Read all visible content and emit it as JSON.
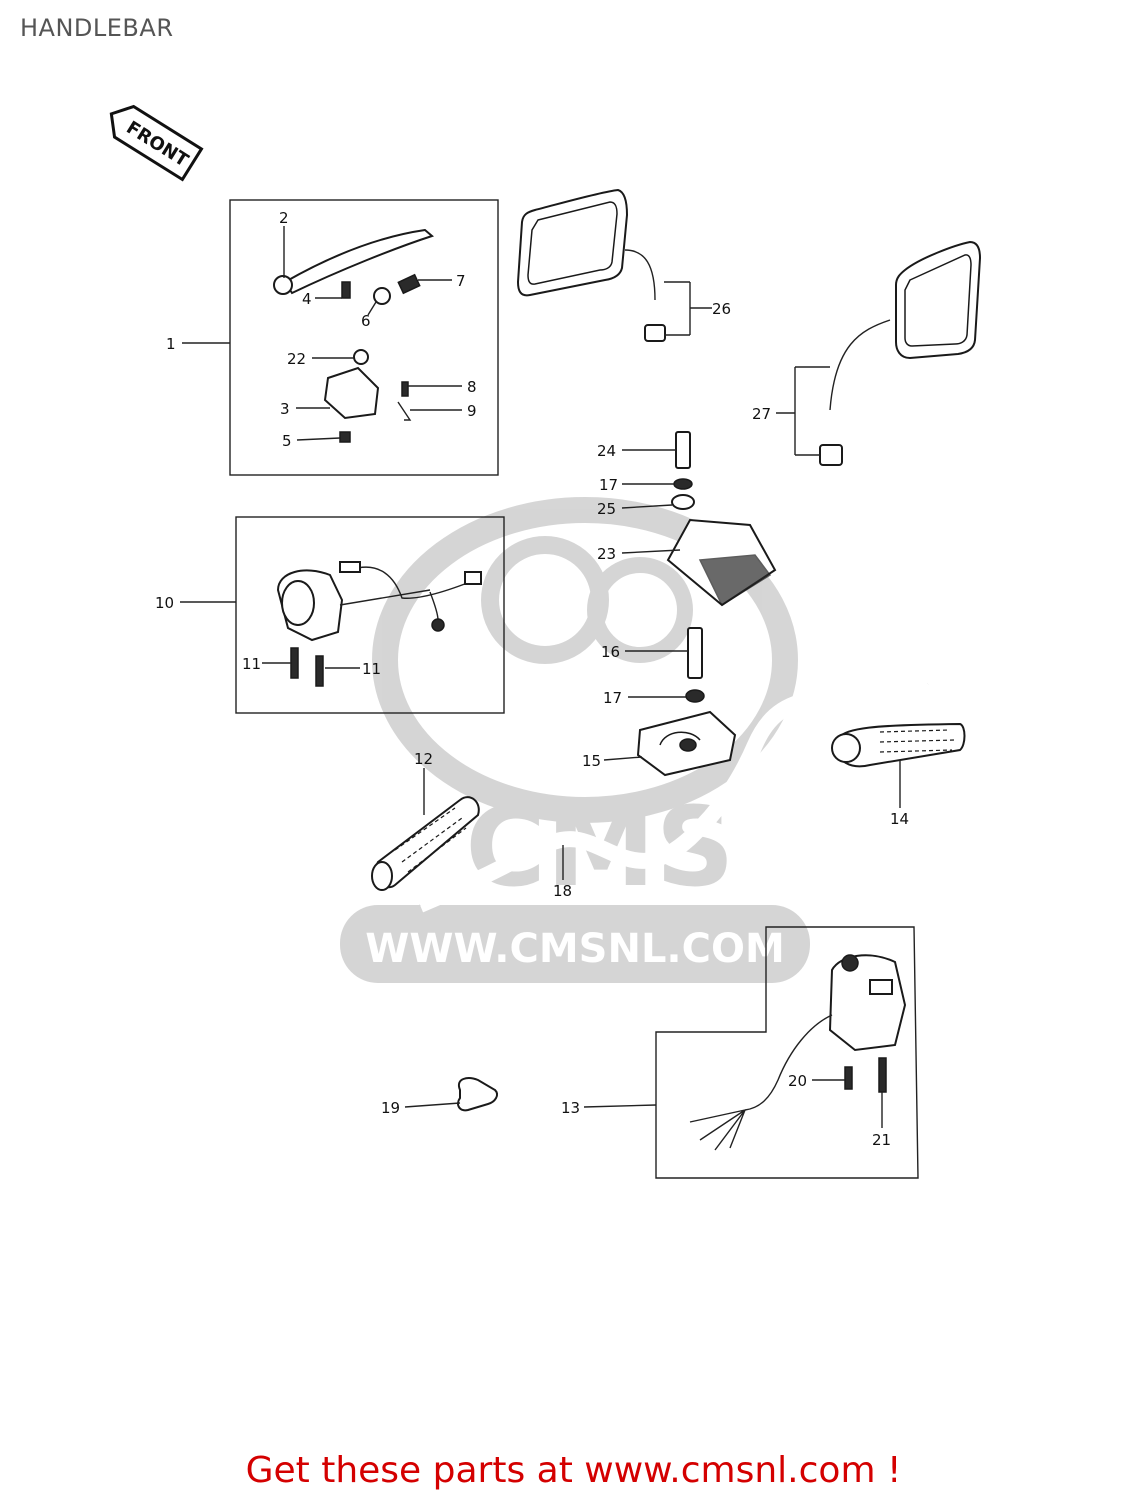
{
  "title": "HANDLEBAR",
  "front_badge": "FRONT",
  "watermark": {
    "text": "WWW.CMSNL.COM",
    "logo": "CMS"
  },
  "footer": {
    "text": "Get these parts at www.cmsnl.com !",
    "color": "#d40000"
  },
  "callouts": [
    "1",
    "2",
    "3",
    "4",
    "5",
    "6",
    "7",
    "8",
    "9",
    "22",
    "10",
    "11",
    "11",
    "12",
    "13",
    "14",
    "15",
    "16",
    "17",
    "17",
    "18",
    "19",
    "20",
    "21",
    "23",
    "24",
    "25",
    "26",
    "27"
  ]
}
